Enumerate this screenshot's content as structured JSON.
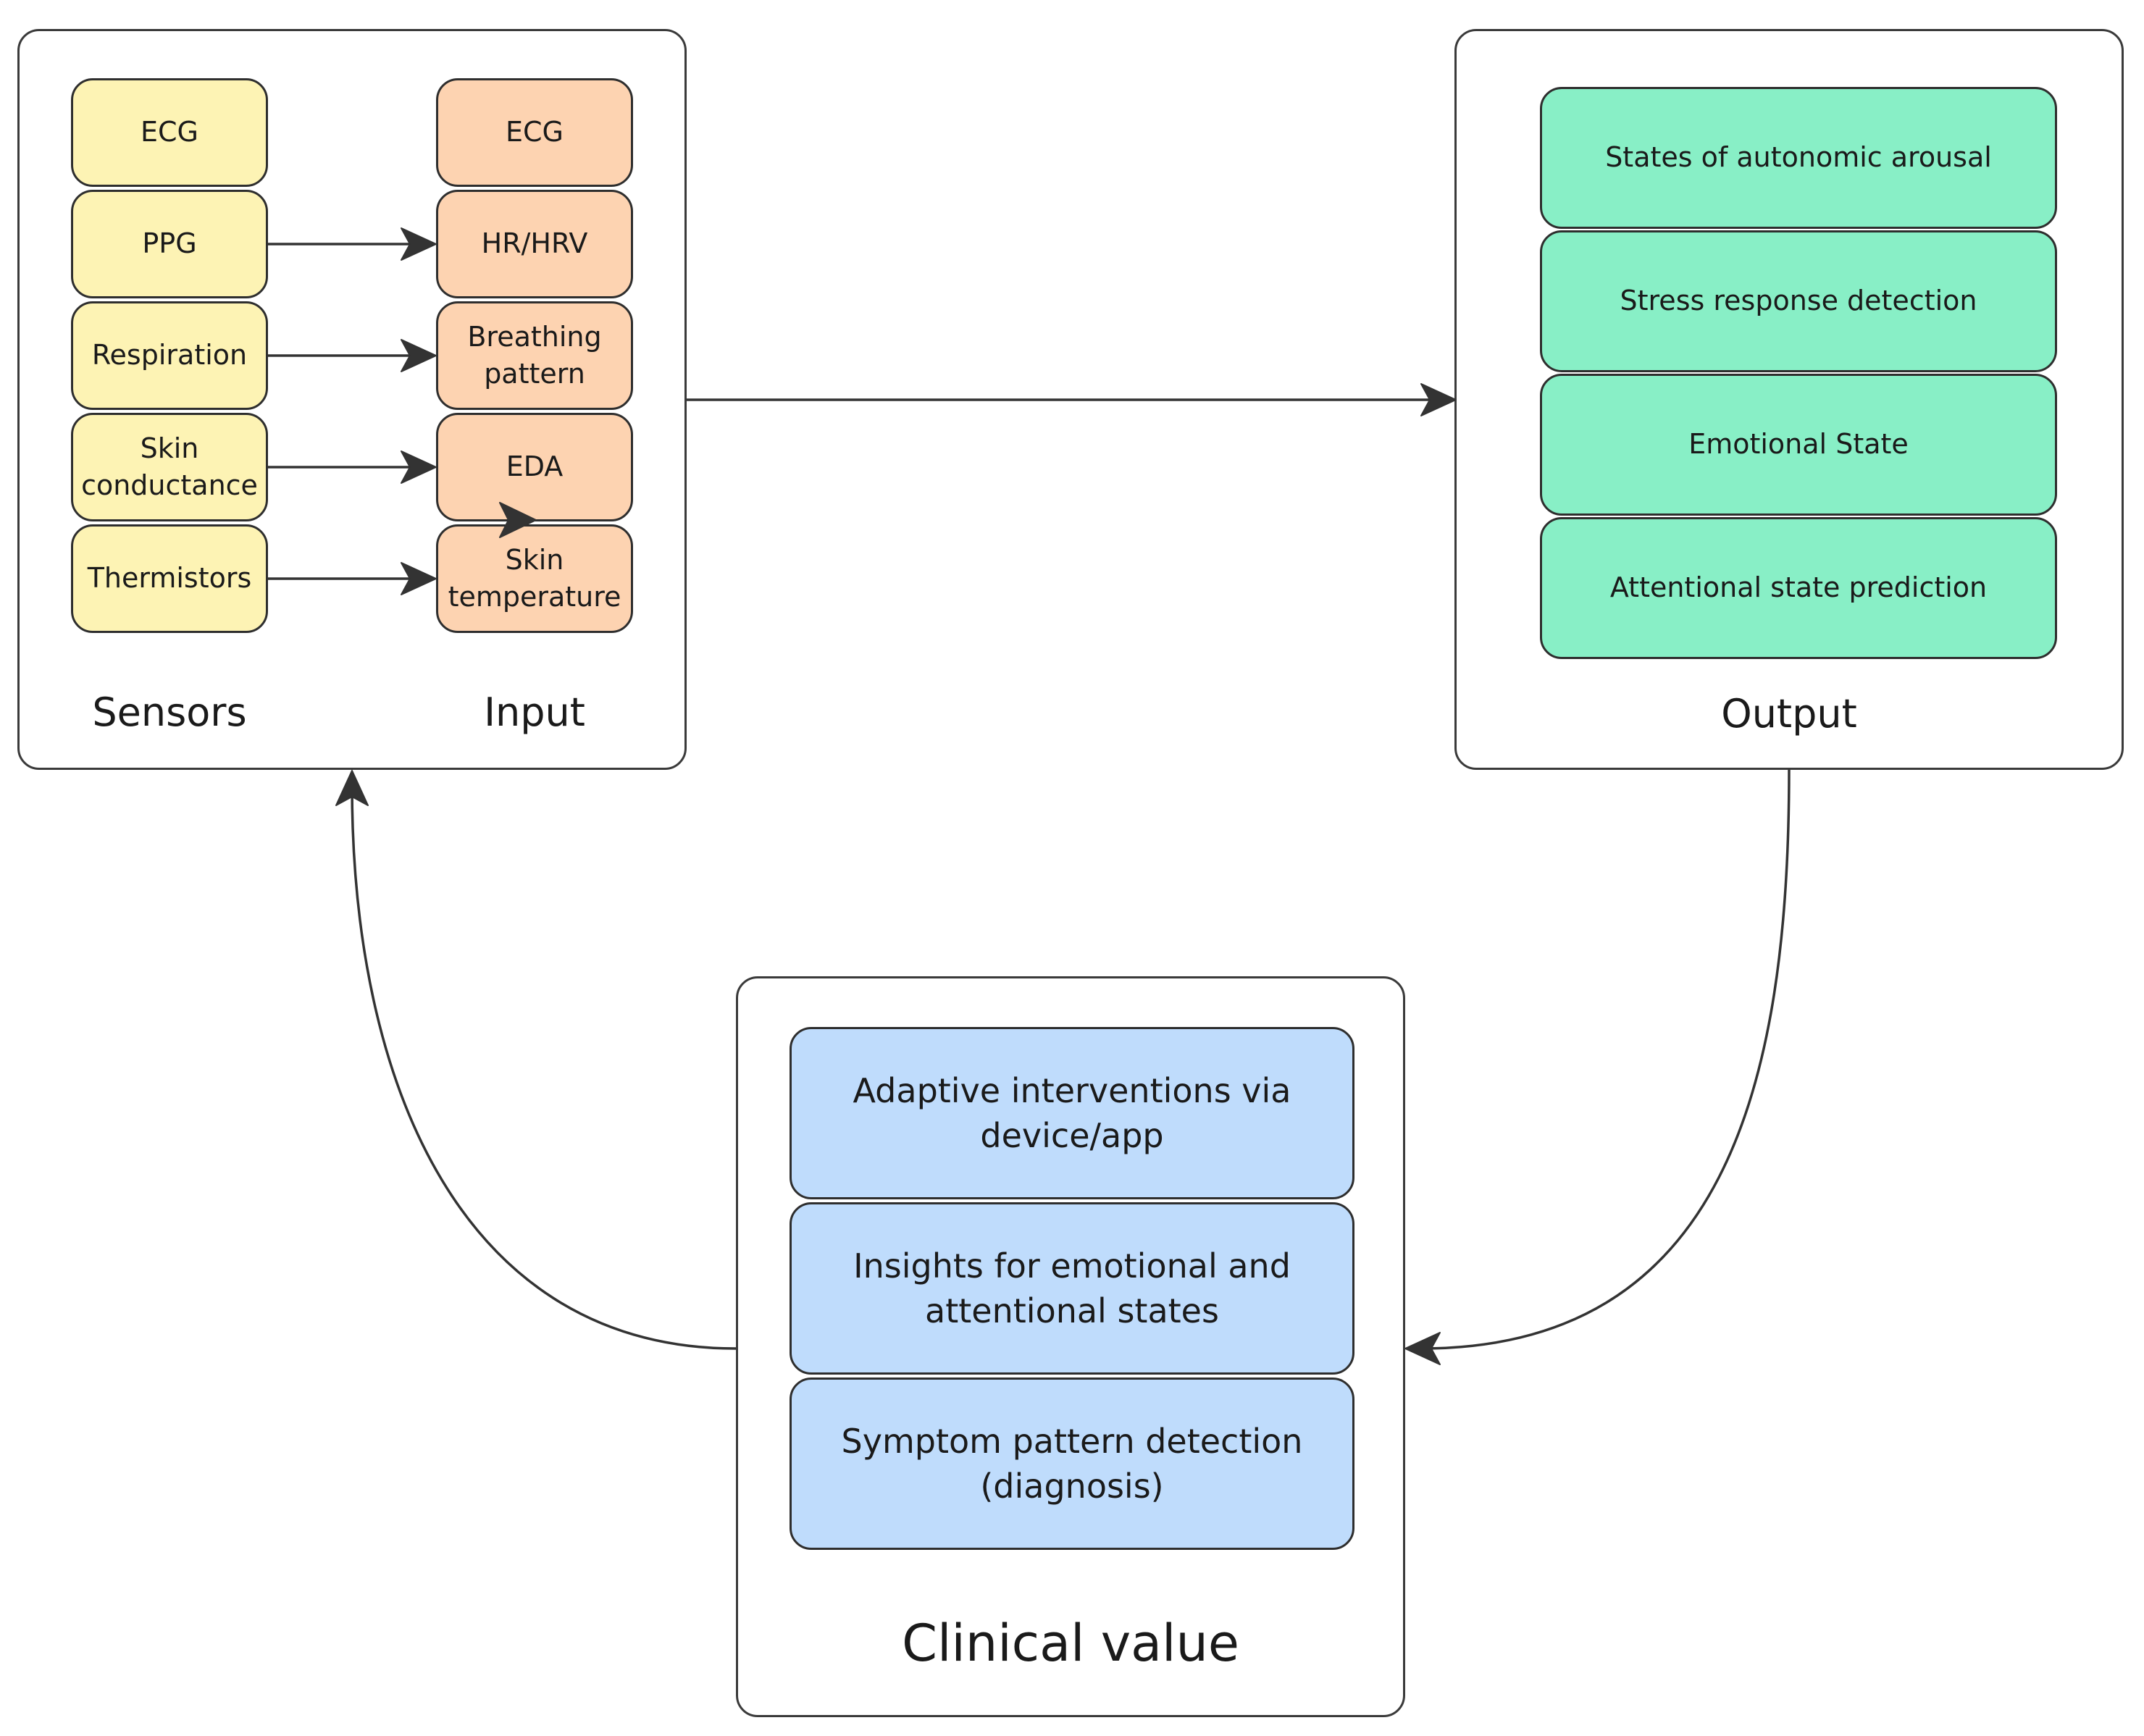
{
  "panels": {
    "sensors_title": "Sensors",
    "input_title": "Input",
    "output_title": "Output",
    "clinical_title": "Clinical value"
  },
  "sensors": [
    "ECG",
    "PPG",
    "Respiration",
    "Skin\nconductance",
    "Thermistors"
  ],
  "inputs": [
    "ECG",
    "HR/HRV",
    "Breathing\npattern",
    "EDA",
    "Skin\ntemperature"
  ],
  "outputs": [
    "States of autonomic arousal",
    "Stress response detection",
    "Emotional State",
    "Attentional state prediction"
  ],
  "clinical": [
    "Adaptive interventions via\ndevice/app",
    "Insights for emotional and\nattentional states",
    "Symptom pattern detection\n(diagnosis)"
  ],
  "colors": {
    "sensor_fill": "#fdf3b4",
    "input_fill": "#fdd3b1",
    "output_fill": "#88efc6",
    "clinical_fill": "#bfdcfc",
    "stroke": "#2e2e2e",
    "arrow": "#333333"
  }
}
